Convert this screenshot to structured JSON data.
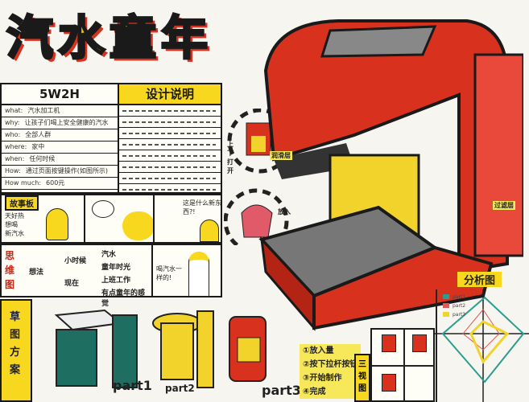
{
  "title": "汽水童年",
  "table_5w2h": {
    "header": "5W2H",
    "rows": [
      {
        "key": "what:",
        "text": "汽水加工机"
      },
      {
        "key": "why:",
        "text": "让孩子们喝上安全健康的汽水"
      },
      {
        "key": "who:",
        "text": "全部人群"
      },
      {
        "key": "where:",
        "text": "家中"
      },
      {
        "key": "when:",
        "text": "任何时候"
      },
      {
        "key": "How:",
        "text": "通过页面按键操作(如图所示)"
      },
      {
        "key": "How much:",
        "text": "600元"
      }
    ]
  },
  "design_notes": {
    "header": "设计说明"
  },
  "storyboard": {
    "label": "故事板",
    "panel1": [
      "天好热",
      "想喝",
      "新汽水"
    ],
    "panel3": "这是什么新东西?!",
    "panel4": "喝汽水一样的!"
  },
  "mindmap": {
    "label": "思维图",
    "root": "想法",
    "branches": [
      {
        "label": "小时候",
        "children": [
          "汽水",
          "童年时光"
        ]
      },
      {
        "label": "现在",
        "children": [
          "上班工作",
          "有点童年的感觉"
        ]
      }
    ]
  },
  "sketch": {
    "label": "草图方案",
    "parts": [
      "part1",
      "part2",
      "part3"
    ]
  },
  "callouts": {
    "open": "上下打开",
    "lube": "润滑层",
    "insert": "放入",
    "filter": "过滤层"
  },
  "steps": [
    "①放入量",
    "②按下拉杆按钮",
    "③开始制作",
    "④完成"
  ],
  "three_view": {
    "label": "三视图"
  },
  "analysis": {
    "label": "分析图",
    "legend": [
      {
        "name": "part1",
        "color": "#2a9d8f"
      },
      {
        "name": "part2",
        "color": "#e05a5a"
      },
      {
        "name": "part3",
        "color": "#f2d32b"
      }
    ]
  },
  "colors": {
    "machine_red": "#d8321e",
    "accent_yellow": "#f7d81e",
    "ink": "#1a1a1a"
  }
}
